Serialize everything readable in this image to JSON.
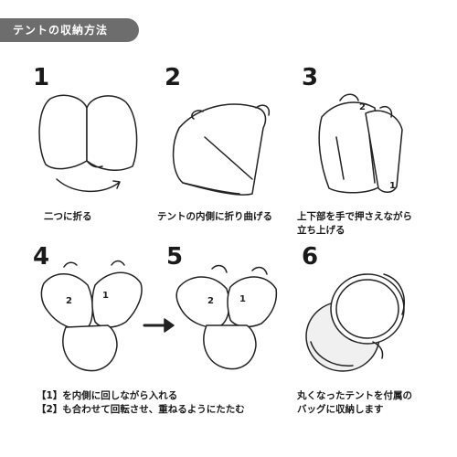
{
  "header": {
    "title": "テントの収納方法"
  },
  "steps": [
    {
      "number": "1",
      "caption": "二つに折る"
    },
    {
      "number": "2",
      "caption": "テントの内側に折り曲げる"
    },
    {
      "number": "3",
      "caption_line1": "上下部を手で押さえながら",
      "caption_line2": "立ち上げる"
    },
    {
      "number": "4",
      "caption_line1": "【1】を内側に回しながら入れる",
      "caption_line2": "【2】も合わせて回転させ、重ねるようにたたむ"
    },
    {
      "number": "5"
    },
    {
      "number": "6",
      "caption_line1": "丸くなったテントを付属の",
      "caption_line2": "バッグに収納します"
    }
  ],
  "figure_labels": {
    "one": "1",
    "two": "2"
  },
  "icons": [
    "curved-arrow-icon",
    "right-arrow-icon",
    "hand-icon"
  ]
}
